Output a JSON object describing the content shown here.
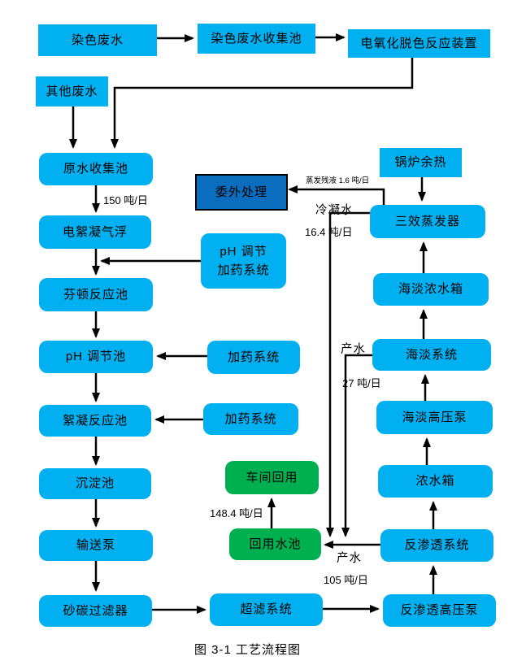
{
  "caption": "图 3-1 工艺流程图",
  "colors": {
    "process_blue": "#00B0F0",
    "outsource_blue": "#0B6DBE",
    "reuse_green": "#00B050",
    "arrow_black": "#000000"
  },
  "nodes": {
    "dye_wastewater": "染色废水",
    "dye_collect_pool": "染色废水收集池",
    "electro_oxidation": "电氧化脱色反应装置",
    "other_wastewater": "其他废水",
    "raw_collect_pool": "原水收集池",
    "electro_coag_flotation": "电絮凝气浮",
    "ph_dosing_system": "pH 调节\n加药系统",
    "fenton_pool": "芬顿反应池",
    "ph_adjust_pool": "pH 调节池",
    "dosing_system_1": "加药系统",
    "floc_reaction_pool": "絮凝反应池",
    "dosing_system_2": "加药系统",
    "sedimentation_pool": "沉淀池",
    "transfer_pump": "输送泵",
    "sand_carbon_filter": "砂碳过滤器",
    "uf_system": "超滤系统",
    "ro_hp_pump": "反渗透高压泵",
    "ro_system": "反渗透系统",
    "conc_water_tank": "浓水箱",
    "desal_hp_pump": "海淡高压泵",
    "desal_system": "海淡系统",
    "desal_conc_tank": "海淡浓水箱",
    "triple_effect_evaporator": "三效蒸发器",
    "boiler_waste_heat": "锅炉余热",
    "outsourced_treatment": "委外处理",
    "workshop_reuse": "车间回用",
    "reuse_water_pool": "回用水池"
  },
  "labels": {
    "raw_to_float_flow": "150 吨/日",
    "evap_residue_flow": "蒸发残液 1.6 吨/日",
    "condensate": "冷凝水",
    "condensate_flow": "16.4 吨/日",
    "desal_product": "产水",
    "desal_product_flow": "27 吨/日",
    "reuse_to_workshop_flow": "148.4 吨/日",
    "ro_product": "产水",
    "ro_product_flow": "105 吨/日"
  }
}
